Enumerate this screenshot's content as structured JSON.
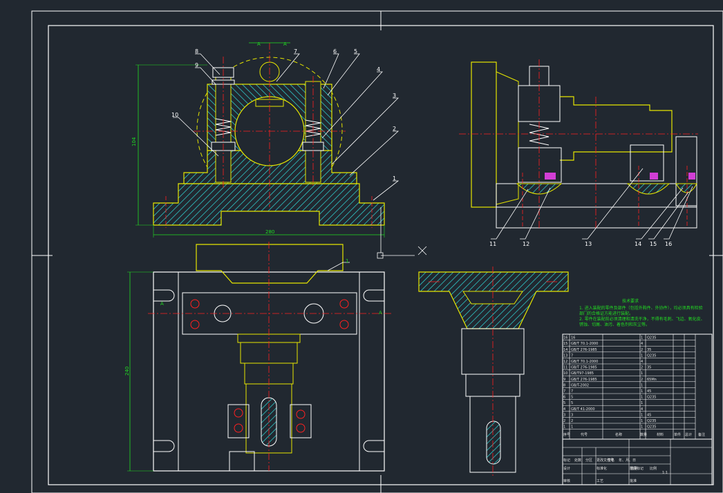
{
  "section_mark": "A",
  "view_labels": {
    "top_left": "A",
    "bottom_right": "A"
  },
  "dimensions": {
    "height_front": "104",
    "width_front": "280",
    "height_top": "240"
  },
  "part_callouts_front": [
    "8",
    "9",
    "7",
    "6",
    "5",
    "4",
    "3",
    "2",
    "1",
    "10"
  ],
  "part_callouts_side": [
    "11",
    "12",
    "13",
    "14",
    "15",
    "16"
  ],
  "top_view_callout": "1",
  "technical_requirements": {
    "title": "技术要求",
    "lines": [
      "1. 进入装配的零件及部件（包括外购件、外协件），均必须具有检验",
      "部门的合格证方能进行装配。",
      "2. 零件在装配前必须清理和清洗干净，不得有毛刺、飞边、氧化皮、",
      "锈蚀、切屑、油污、着色剂和灰尘等。"
    ]
  },
  "bom": {
    "rows": [
      [
        "16",
        "16",
        "",
        "1",
        "Q235"
      ],
      [
        "15",
        "GB/T 70.1-2000",
        "",
        "4",
        ""
      ],
      [
        "14",
        "GB/T 276-1985",
        "",
        "2",
        "35"
      ],
      [
        "13",
        "7",
        "",
        "1",
        "Q235"
      ],
      [
        "12",
        "GB/T 70.1-2000",
        "",
        "4",
        ""
      ],
      [
        "11",
        "GB/T 276-1985",
        "",
        "2",
        "35"
      ],
      [
        "10",
        "GB/T97-1985",
        "",
        "1",
        ""
      ],
      [
        "9",
        "GB/T 276-1985",
        "",
        "2",
        "65Mn"
      ],
      [
        "8",
        "GB/T-2002",
        "",
        "1",
        ""
      ],
      [
        "7",
        "7",
        "",
        "1",
        "45"
      ],
      [
        "6",
        "5",
        "",
        "1",
        "Q235"
      ],
      [
        "5",
        "5",
        "",
        "1",
        ""
      ],
      [
        "4",
        "GB/T 41-2000",
        "",
        "4",
        ""
      ],
      [
        "3",
        "3",
        "",
        "1",
        "45"
      ],
      [
        "2",
        "2",
        "",
        "1",
        "Q235"
      ],
      [
        "1",
        "1",
        "",
        "1",
        "Q235"
      ]
    ],
    "header": [
      "序号",
      "代号",
      "名称",
      "数量",
      "材料",
      "单件",
      "总计",
      "备注"
    ],
    "title_cells": [
      "标记",
      "处数",
      "分区",
      "更改文件号",
      "签名",
      "年、月、日"
    ],
    "footer_cells": [
      "设计",
      "标准化",
      "阶段标记",
      "重量",
      "比例",
      "审核",
      "工艺",
      "批准"
    ],
    "scale": "1:1"
  },
  "colors": {
    "background": "#212830",
    "frame": "#ffffff",
    "outline": "#e6e600",
    "hatch": "#2fc9c9",
    "center": "#ff2020",
    "dimension": "#22dd22",
    "leader": "#ffffff"
  }
}
